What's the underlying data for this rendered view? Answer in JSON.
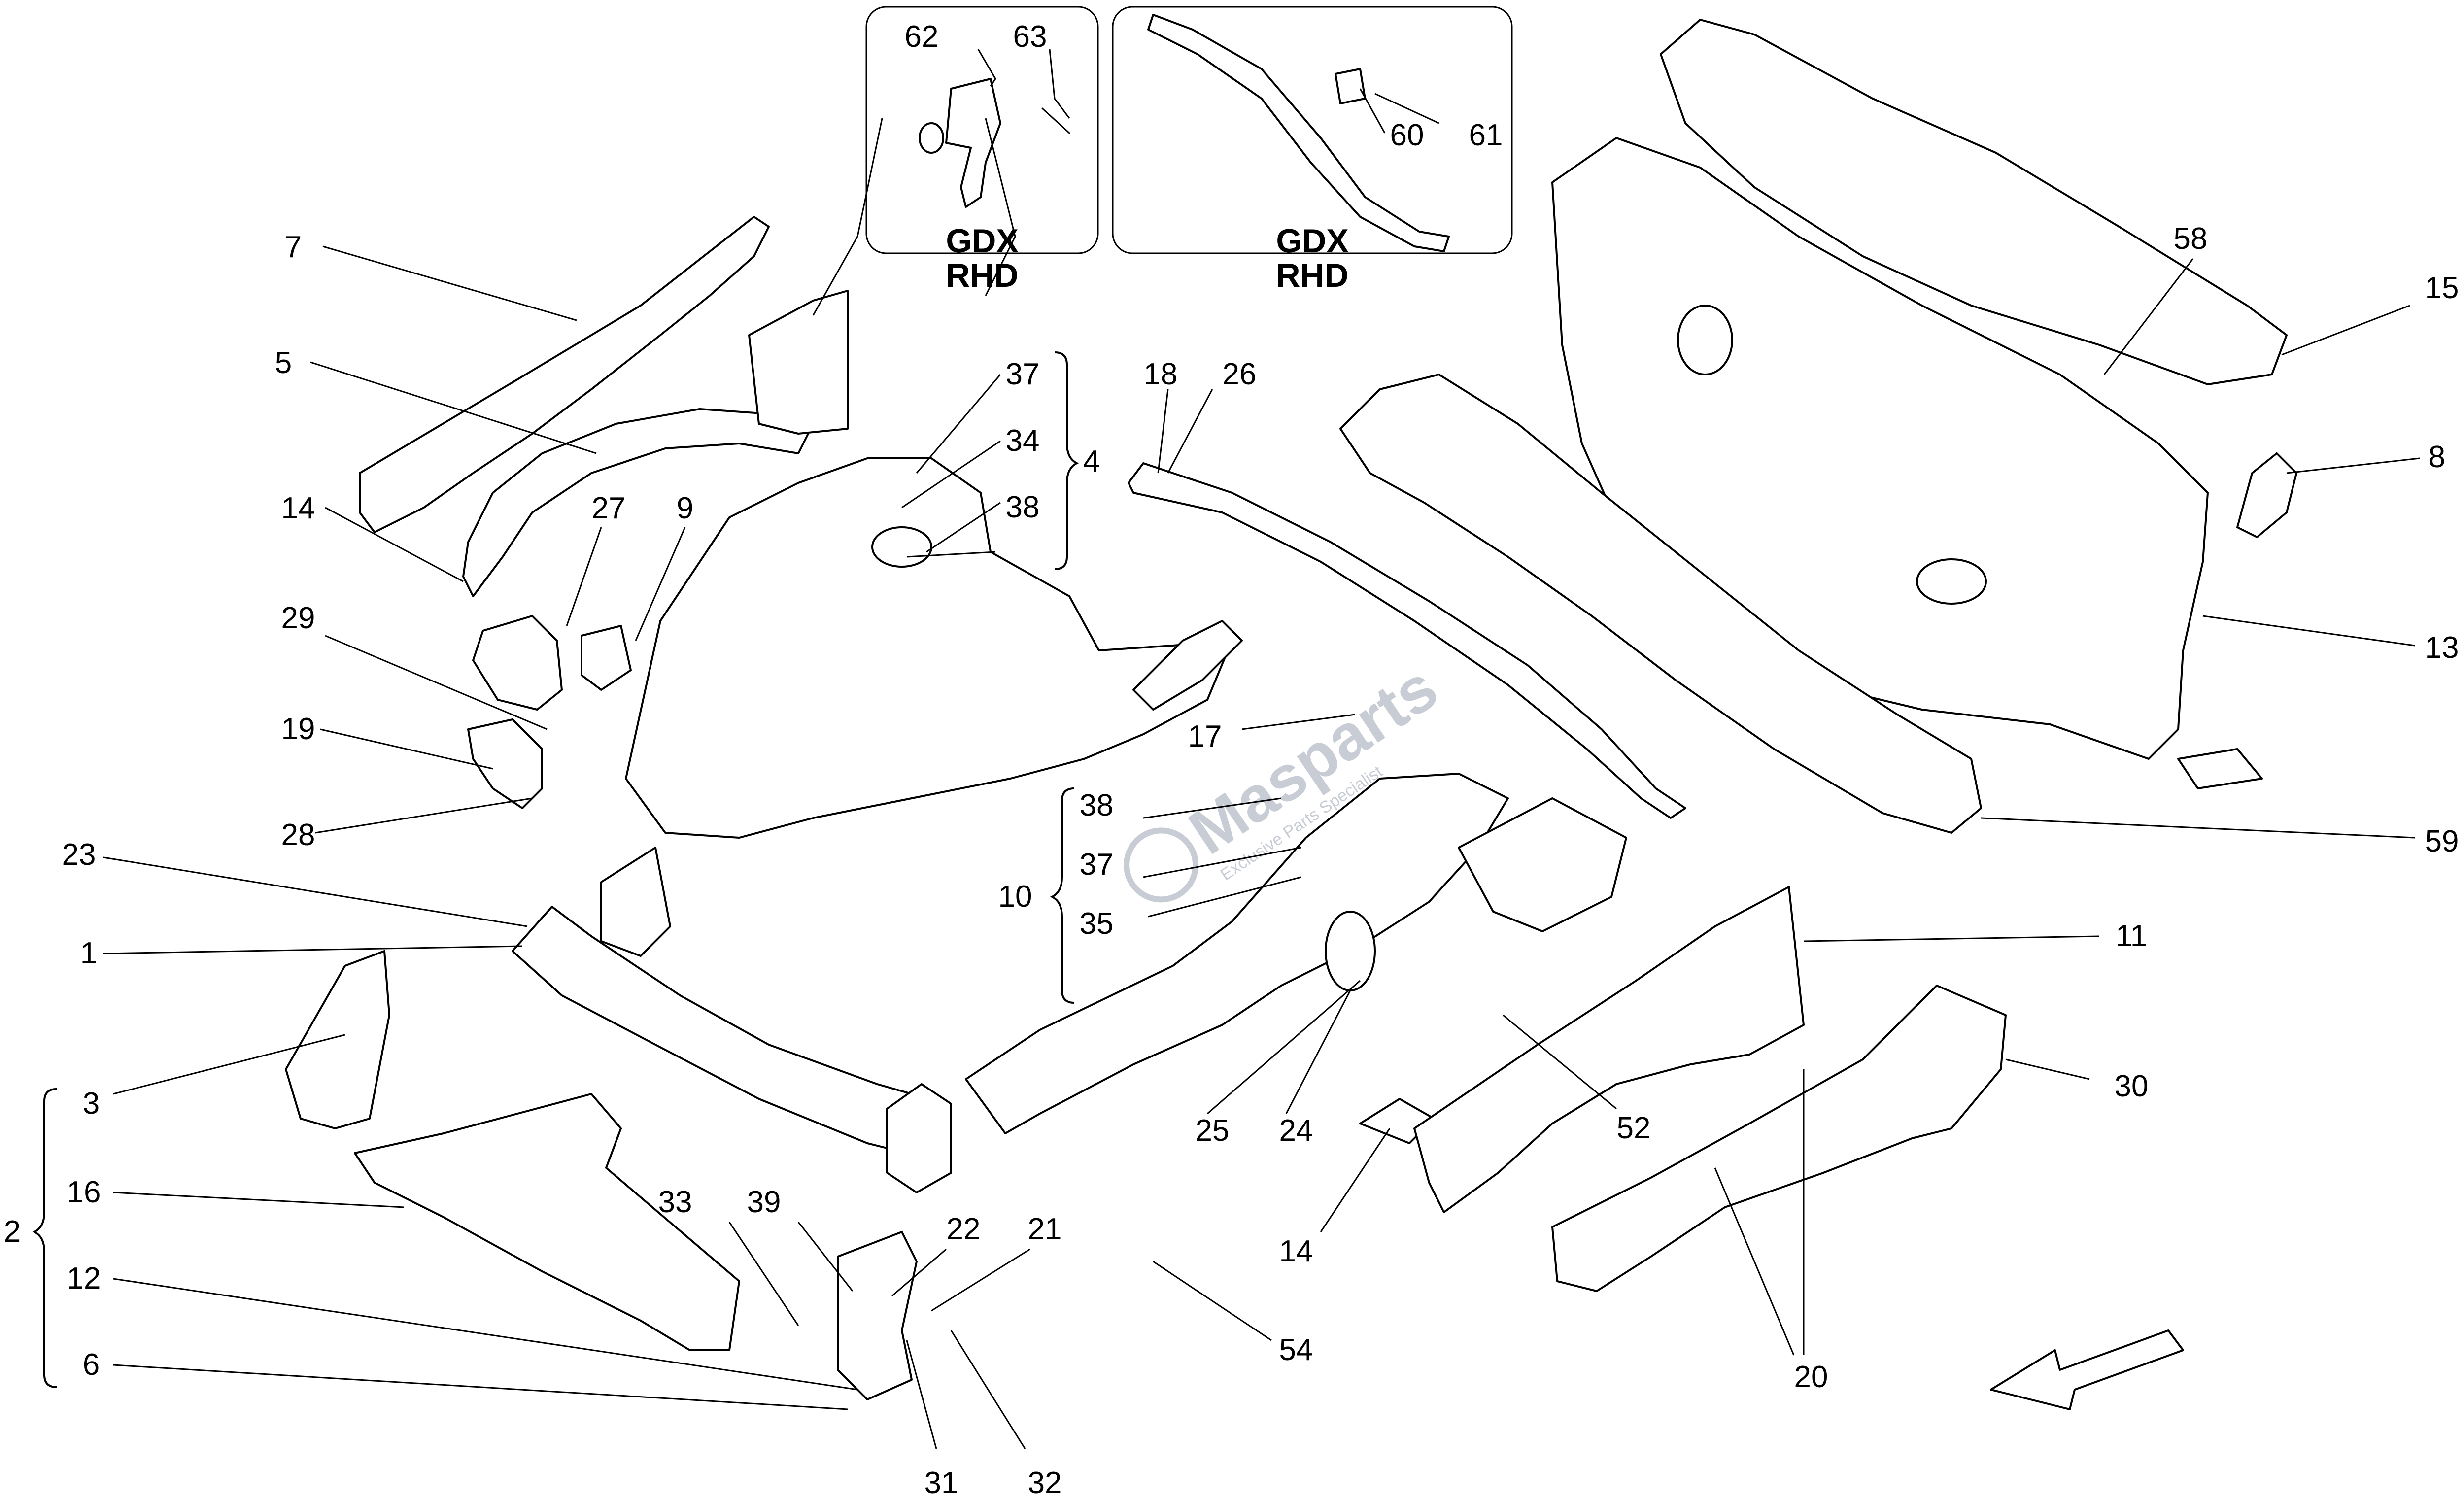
{
  "diagram": {
    "inset_variants": [
      {
        "line1": "GDX",
        "line2": "RHD"
      },
      {
        "line1": "GDX",
        "line2": "RHD"
      }
    ],
    "watermark": {
      "brand": "Masparts",
      "tagline": "Exclusive Parts Specialist"
    },
    "callouts": {
      "c62": "62",
      "c63": "63",
      "c60": "60",
      "c61": "61",
      "c7": "7",
      "c5": "5",
      "c14a": "14",
      "c27": "27",
      "c9": "9",
      "c29": "29",
      "c19": "19",
      "c28": "28",
      "c23": "23",
      "c1": "1",
      "c3": "3",
      "c2": "2",
      "c16": "16",
      "c12": "12",
      "c6": "6",
      "c37a": "37",
      "c34": "34",
      "c38a": "38",
      "c4": "4",
      "c18": "18",
      "c26": "26",
      "c58": "58",
      "c15": "15",
      "c8": "8",
      "c13": "13",
      "c59": "59",
      "c17": "17",
      "c38b": "38",
      "c37b": "37",
      "c35": "35",
      "c10": "10",
      "c11": "11",
      "c30": "30",
      "c25": "25",
      "c24": "24",
      "c52": "52",
      "c14b": "14",
      "c54": "54",
      "c20": "20",
      "c33": "33",
      "c39": "39",
      "c22": "22",
      "c21": "21",
      "c31": "31",
      "c32": "32"
    }
  }
}
